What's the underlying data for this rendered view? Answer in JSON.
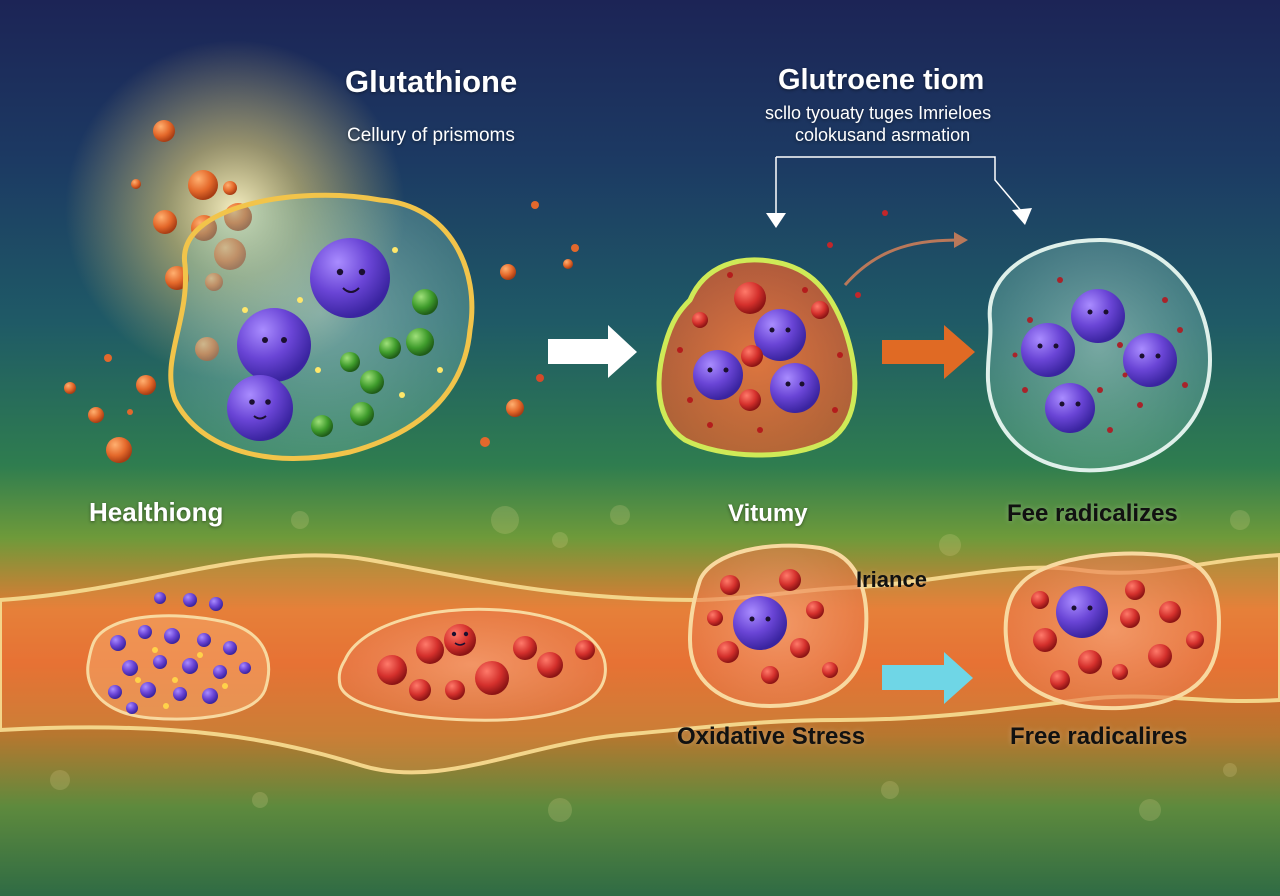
{
  "labels": {
    "title_left": "Glutathione",
    "subtitle_left": "Cellury of prismoms",
    "title_right": "Glutroene tiom",
    "subtitle_right_line1": "scllo tyouaty tuges Imrieloes",
    "subtitle_right_line2": "colokusand asrmation",
    "healthy": "Healthiong",
    "vitumy": "Vitumy",
    "fee_radicals": "Fee radicalizes",
    "iriance": "Iriance",
    "oxidative_stress": "Oxidative Stress",
    "free_radicals": "Free radicalires"
  },
  "colors": {
    "glutathione_orange": "#e4682a",
    "cell_purple": "#6a45d6",
    "antioxidant_green": "#3f9c2c",
    "arrow_white": "#ffffff",
    "arrow_orange": "#e06a24",
    "arrow_cyan": "#6fd6e6",
    "radical_red": "#c3262a"
  }
}
